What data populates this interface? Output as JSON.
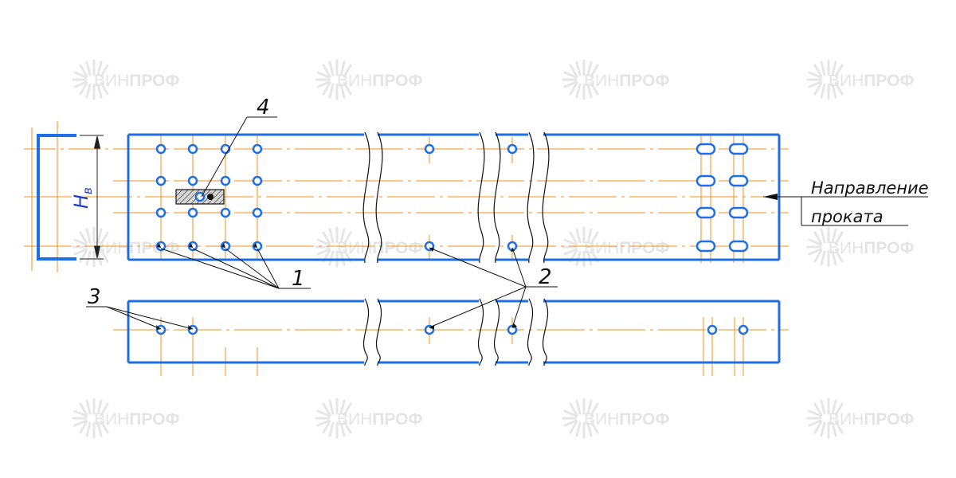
{
  "watermark": {
    "prefix": "ВИН",
    "suffix": "ПРОФ",
    "icon": "vinprof-logo-icon"
  },
  "callouts": {
    "c1": "1",
    "c2": "2",
    "c3": "3",
    "c4": "4"
  },
  "direction_note": {
    "line1": "Направление",
    "line2": "проката"
  },
  "dimension": {
    "label_main": "H",
    "label_sub": "в"
  },
  "colors": {
    "outline": "#1e6fe6",
    "axis": "#f0901a",
    "hole": "#1e6fe6",
    "leader": "#111111",
    "hatch_fill": "#c8c8c8",
    "watermark": "#e4e4e4"
  }
}
